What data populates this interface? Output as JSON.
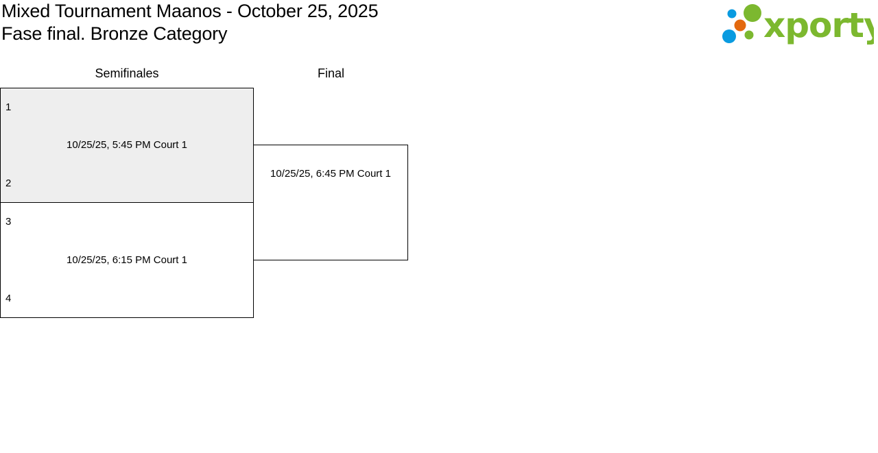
{
  "header": {
    "title": "Mixed Tournament Maanos - October 25, 2025",
    "subtitle": "Fase final. Bronze Category"
  },
  "logo": {
    "text": "xporty",
    "colors": {
      "green": "#7cb82f",
      "blue": "#0a9be0",
      "orange": "#e3690f"
    }
  },
  "rounds": {
    "semifinal_label": "Semifinales",
    "final_label": "Final"
  },
  "matches": {
    "semi1": {
      "top_seed": "1",
      "bottom_seed": "2",
      "schedule": "10/25/25, 5:45 PM Court 1",
      "background": "#eeeeee"
    },
    "semi2": {
      "top_seed": "3",
      "bottom_seed": "4",
      "schedule": "10/25/25, 6:15 PM Court 1"
    },
    "final": {
      "schedule": "10/25/25, 6:45 PM Court 1"
    }
  }
}
